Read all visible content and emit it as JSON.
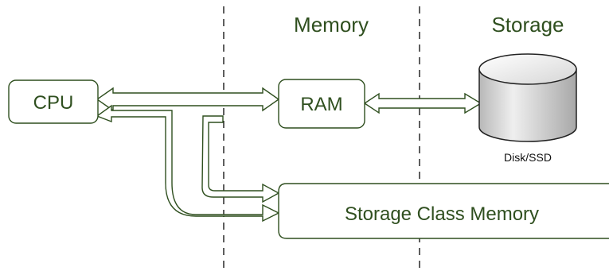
{
  "headings": {
    "memory": "Memory",
    "storage": "Storage"
  },
  "nodes": {
    "cpu": "CPU",
    "ram": "RAM",
    "scm": "Storage Class Memory",
    "disk": "Disk/SSD"
  },
  "colors": {
    "stroke": "#2f4f1f",
    "text": "#2f4f1f",
    "divider": "#1a1a1a",
    "disk_body": "#d9d9d9"
  }
}
